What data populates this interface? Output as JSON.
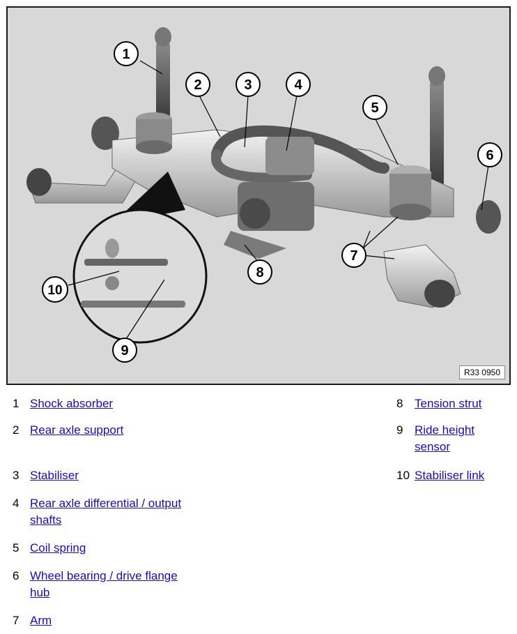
{
  "figure": {
    "reference_code": "R33 0950",
    "callouts": [
      "1",
      "2",
      "3",
      "4",
      "5",
      "6",
      "7",
      "8",
      "9",
      "10"
    ]
  },
  "legend": [
    {
      "num": "1",
      "label": "Shock absorber"
    },
    {
      "num": "2",
      "label": "Rear axle support"
    },
    {
      "num": "3",
      "label": "Stabiliser"
    },
    {
      "num": "4",
      "label": "Rear axle differential / output shafts"
    },
    {
      "num": "5",
      "label": "Coil spring"
    },
    {
      "num": "6",
      "label": "Wheel bearing / drive flange hub"
    },
    {
      "num": "7",
      "label": "Arm"
    },
    {
      "num": "8",
      "label": "Tension strut"
    },
    {
      "num": "9",
      "label": "Ride height sensor"
    },
    {
      "num": "10",
      "label": "Stabiliser link"
    }
  ]
}
